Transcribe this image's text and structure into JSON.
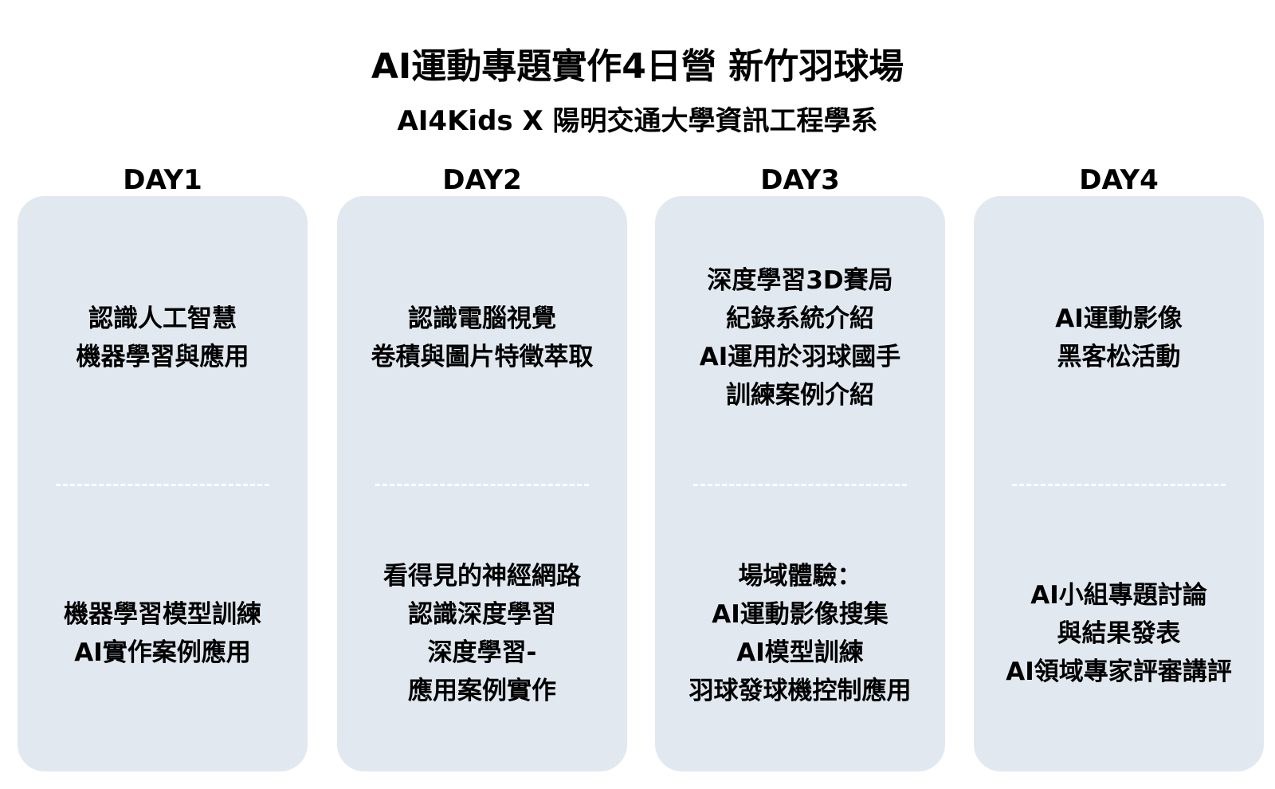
{
  "header": {
    "title": "AI運動專題實作4日營 新竹羽球場",
    "subtitle": "AI4Kids X 陽明交通大學資訊工程學系"
  },
  "days": [
    {
      "label": "DAY1",
      "top_lines": [
        "認識人工智慧",
        "機器學習與應用"
      ],
      "bottom_lines": [
        "機器學習模型訓練",
        "AI實作案例應用"
      ]
    },
    {
      "label": "DAY2",
      "top_lines": [
        "認識電腦視覺",
        "卷積與圖片特徵萃取"
      ],
      "bottom_lines": [
        "看得見的神經網路",
        "認識深度學習",
        "深度學習-",
        "應用案例實作"
      ]
    },
    {
      "label": "DAY3",
      "top_lines": [
        "深度學習3D賽局",
        "紀錄系統介紹",
        "AI運用於羽球國手",
        "訓練案例介紹"
      ],
      "bottom_lines": [
        "場域體驗：",
        "AI運動影像搜集",
        "AI模型訓練",
        "羽球發球機控制應用"
      ]
    },
    {
      "label": "DAY4",
      "top_lines": [
        "AI運動影像",
        "黑客松活動"
      ],
      "bottom_lines": [
        "AI小組專題討論",
        "與結果發表",
        "AI領域專家評審講評"
      ]
    }
  ],
  "colors": {
    "card_background": "#e1e8f0",
    "divider": "#ffffff",
    "text": "#000000"
  }
}
